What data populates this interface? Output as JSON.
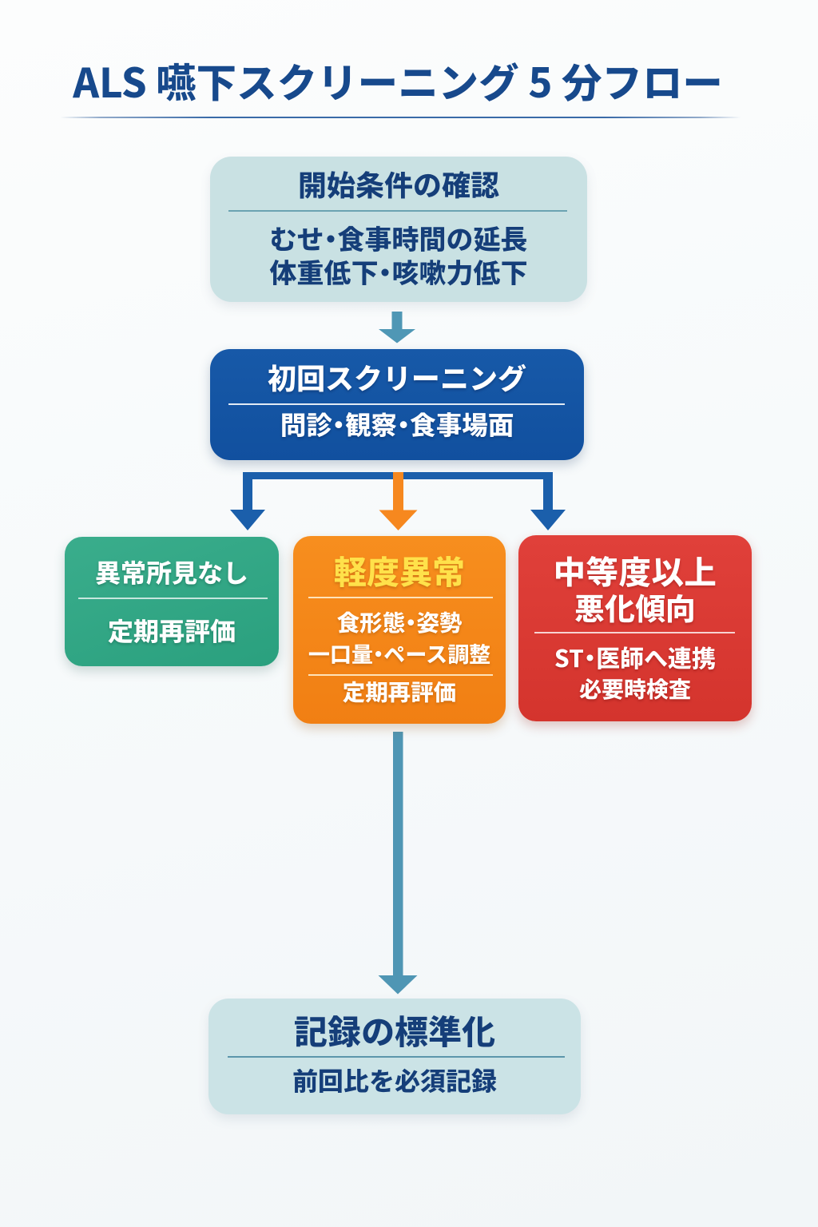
{
  "title": "ALS 嚥下スクリーニング 5 分フロー",
  "flow": {
    "start": {
      "heading": "開始条件の確認",
      "lines": [
        "むせ・食事時間の延長",
        "体重低下・咳嗽力低下"
      ]
    },
    "screening": {
      "heading": "初回スクリーニング",
      "lines": [
        "問診・観察・食事場面"
      ]
    },
    "branches": {
      "normal": {
        "heading": "異常所見なし",
        "lines": [
          "定期再評価"
        ]
      },
      "mild": {
        "heading": "軽度異常",
        "lines": [
          "食形態・姿勢",
          "一口量・ペース調整"
        ],
        "footer": "定期再評価"
      },
      "moderate": {
        "heading_lines": [
          "中等度以上",
          "悪化傾向"
        ],
        "lines": [
          "ST・医師へ連携",
          "必要時検査"
        ]
      }
    },
    "record": {
      "heading": "記録の標準化",
      "lines": [
        "前回比を必須記録"
      ]
    }
  },
  "colors": {
    "title_text": "#17498c",
    "light_box_fill": "#c9e1e3",
    "light_box_text": "#153e79",
    "primary_blue_box": "#1454a2",
    "connector_blue": "#1b5fab",
    "steel_arrow": "#4f97b5",
    "branch_green": "#30a483",
    "branch_orange": "#f6881d",
    "branch_red": "#dc3a33",
    "mild_heading_yellow": "#ffe14a"
  }
}
